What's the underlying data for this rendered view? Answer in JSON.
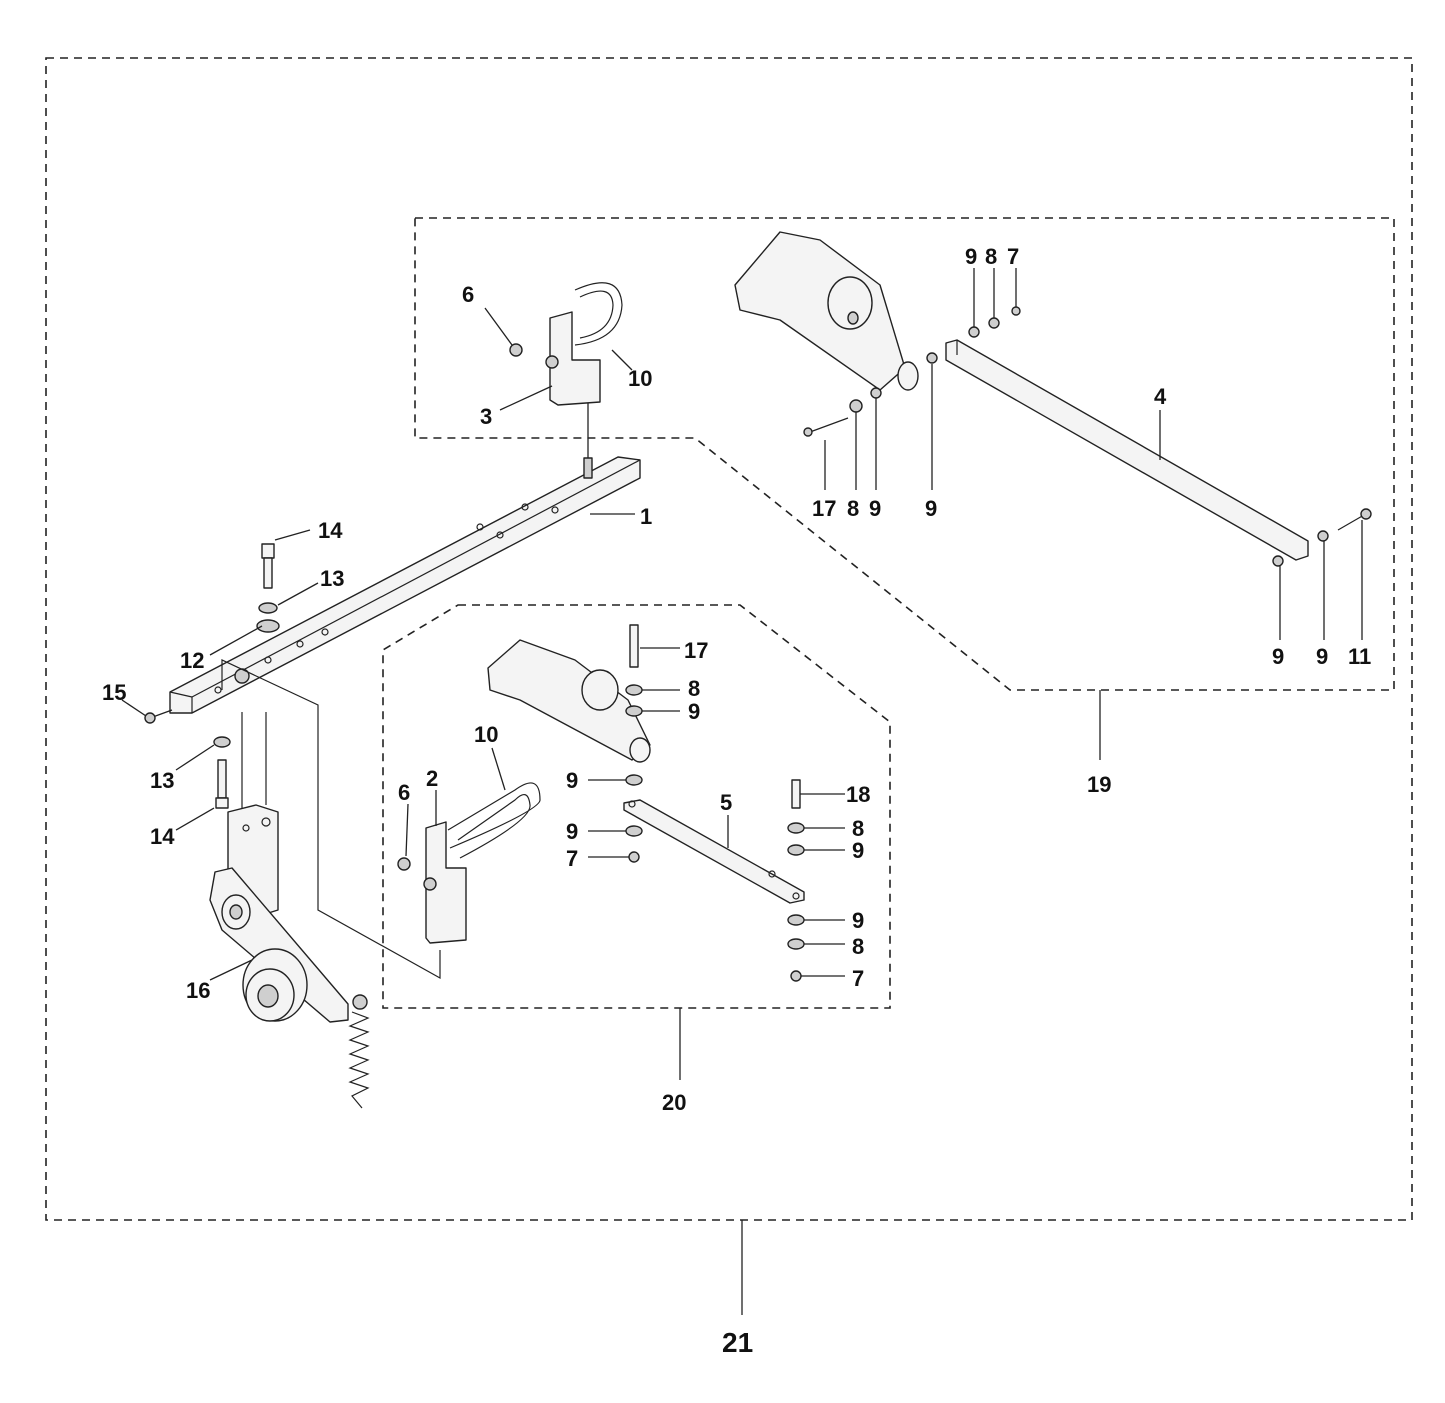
{
  "callouts": {
    "c1": "1",
    "c2": "2",
    "c3": "3",
    "c4": "4",
    "c5": "5",
    "c6a": "6",
    "c6b": "6",
    "c7a": "7",
    "c7b": "7",
    "c7c": "7",
    "c8a": "8",
    "c8b": "8",
    "c8c": "8",
    "c8d": "8",
    "c8e": "8",
    "c9a": "9",
    "c9b": "9",
    "c9c": "9",
    "c9d": "9",
    "c9e": "9",
    "c9f": "9",
    "c9g": "9",
    "c9h": "9",
    "c9i": "9",
    "c9j": "9",
    "c10a": "10",
    "c10b": "10",
    "c11": "11",
    "c12": "12",
    "c13a": "13",
    "c13b": "13",
    "c14a": "14",
    "c14b": "14",
    "c15": "15",
    "c16": "16",
    "c17a": "17",
    "c17b": "17",
    "c18": "18",
    "c19": "19",
    "c20": "20",
    "c21": "21"
  }
}
